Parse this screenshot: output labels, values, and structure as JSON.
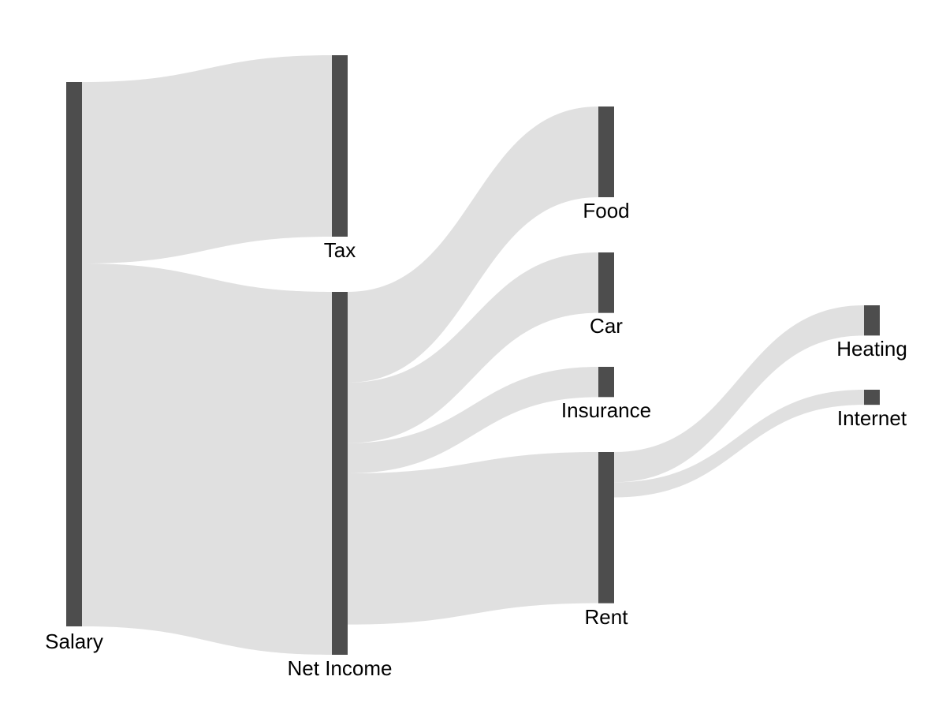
{
  "chart_data": {
    "type": "sankey",
    "nodes": [
      {
        "id": "salary",
        "label": "Salary",
        "value": 1800
      },
      {
        "id": "tax",
        "label": "Tax",
        "value": 600
      },
      {
        "id": "net",
        "label": "Net Income",
        "value": 1200
      },
      {
        "id": "food",
        "label": "Food",
        "value": 300
      },
      {
        "id": "car",
        "label": "Car",
        "value": 200
      },
      {
        "id": "insurance",
        "label": "Insurance",
        "value": 100
      },
      {
        "id": "rent",
        "label": "Rent",
        "value": 500
      },
      {
        "id": "heating",
        "label": "Heating",
        "value": 100
      },
      {
        "id": "internet",
        "label": "Internet",
        "value": 50
      }
    ],
    "links": [
      {
        "source": "salary",
        "target": "tax",
        "value": 600
      },
      {
        "source": "salary",
        "target": "net",
        "value": 1200
      },
      {
        "source": "net",
        "target": "food",
        "value": 300
      },
      {
        "source": "net",
        "target": "car",
        "value": 200
      },
      {
        "source": "net",
        "target": "insurance",
        "value": 100
      },
      {
        "source": "net",
        "target": "rent",
        "value": 500
      },
      {
        "source": "rent",
        "target": "heating",
        "value": 100
      },
      {
        "source": "rent",
        "target": "internet",
        "value": 50
      }
    ],
    "colors": {
      "node": "#4d4d4d",
      "link": "#dadada",
      "label": "#000000",
      "background": "#ffffff"
    }
  }
}
